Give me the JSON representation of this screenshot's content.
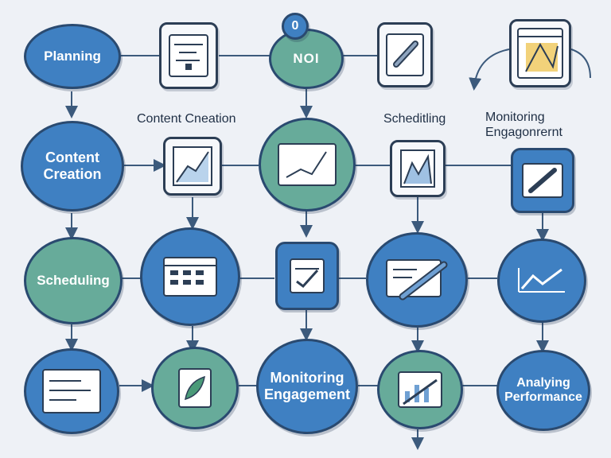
{
  "labels": {
    "planning": "Planning",
    "content_creation_node": "Content Creation",
    "scheduling_node": "Scheduling",
    "monitoring_node": "Monitoring Engagement",
    "analyzing_node": "Analying Performance",
    "content_creation_caption": "Content Cneation",
    "scheduling_caption": "Scheditling",
    "monitoring_caption": "Monitoring Engagonrernt",
    "top_badge": "0",
    "top_badge_glyph": "NOI"
  },
  "colors": {
    "blue": "#3f80c2",
    "teal": "#67ab9a",
    "stroke": "#2a4a70",
    "background": "#eef1f6"
  }
}
